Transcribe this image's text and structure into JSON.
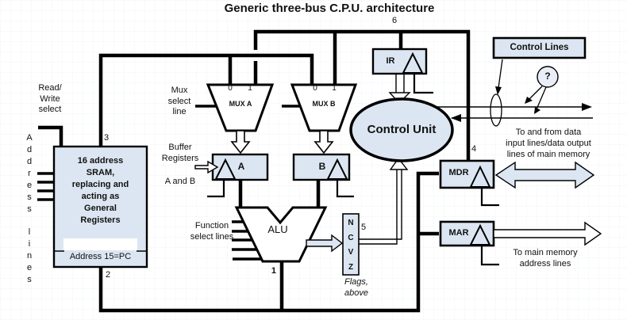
{
  "title": "Generic three-bus C.P.U. architecture",
  "colors": {
    "box_fill": "#dce6f2",
    "line": "#000000",
    "white": "#ffffff"
  },
  "labels": {
    "read_write": "Read/\nWrite\nselect",
    "address_vertical": "Address",
    "lines_vertical": "lines",
    "sram": "16 address\nSRAM,\nreplacing and\nacting as\nGeneral\nRegisters",
    "sram_footer": "Address 15=PC",
    "mux_select": "Mux\nselect\nline",
    "buffer_registers": "Buffer\nRegisters",
    "a_and_b": "A and B",
    "function_select": "Function\nselect lines",
    "alu": "ALU",
    "mux_a": "MUX A",
    "mux_b": "MUX B",
    "mux_a_0": "0",
    "mux_a_1": "1",
    "mux_b_0": "0",
    "mux_b_1": "1",
    "reg_a": "A",
    "reg_b": "B",
    "ir": "IR",
    "control_unit": "Control Unit",
    "flags": "N\nC\nV\nZ",
    "flags_caption": "Flags,\nabove",
    "mdr": "MDR",
    "mar": "MAR",
    "control_lines": "Control Lines",
    "question_mark": "?",
    "mem_data": "To and from data\ninput lines/data output\nlines of main memory",
    "mem_addr": "To main memory\naddress lines"
  },
  "bus_numbers": {
    "n1": "1",
    "n2": "2",
    "n3": "3",
    "n4": "4",
    "n5": "5",
    "n6": "6"
  }
}
